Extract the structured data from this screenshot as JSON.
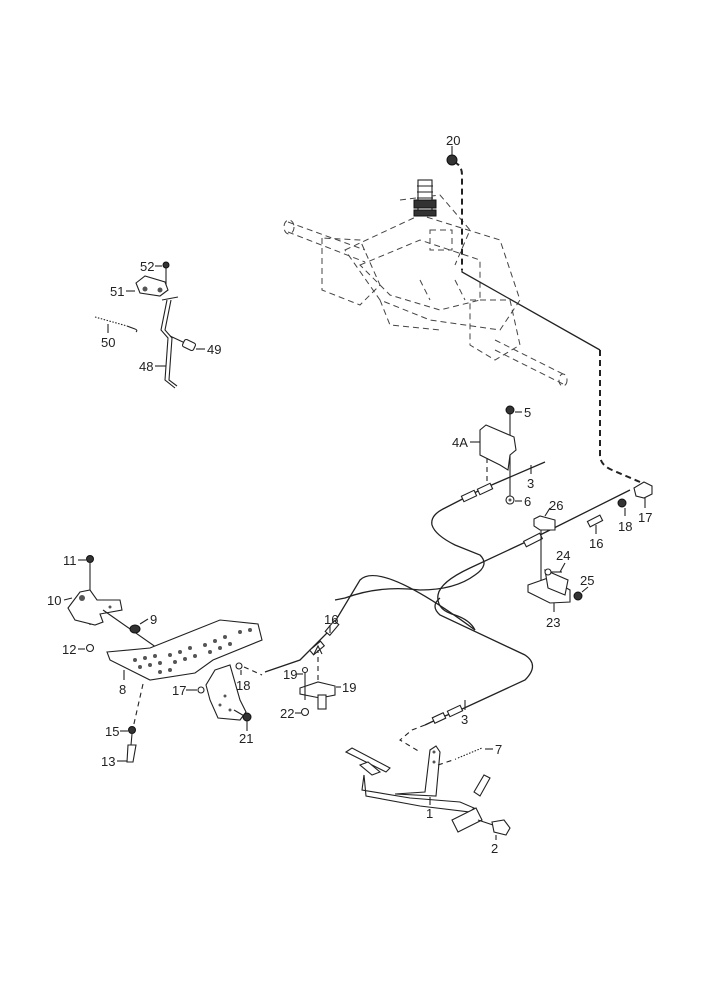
{
  "diagram": {
    "type": "exploded-parts-diagram",
    "subject": "Pedal, footrest and transmission control cable assembly",
    "callouts": [
      {
        "id": "c1",
        "label": "1",
        "part": "pedal-lever"
      },
      {
        "id": "c2",
        "label": "2",
        "part": "bushing"
      },
      {
        "id": "c3a",
        "label": "3",
        "part": "cable-upper"
      },
      {
        "id": "c3b",
        "label": "3",
        "part": "cable-lower"
      },
      {
        "id": "c4A",
        "label": "4A",
        "part": "cable-bracket"
      },
      {
        "id": "c5",
        "label": "5",
        "part": "bolt"
      },
      {
        "id": "c6",
        "label": "6",
        "part": "nut"
      },
      {
        "id": "c7",
        "label": "7",
        "part": "spring"
      },
      {
        "id": "c8",
        "label": "8",
        "part": "footrest-plate"
      },
      {
        "id": "c9",
        "label": "9",
        "part": "bushing"
      },
      {
        "id": "c10",
        "label": "10",
        "part": "mounting-bracket"
      },
      {
        "id": "c11",
        "label": "11",
        "part": "bolt"
      },
      {
        "id": "c12",
        "label": "12",
        "part": "nut"
      },
      {
        "id": "c13",
        "label": "13",
        "part": "bolt"
      },
      {
        "id": "c15",
        "label": "15",
        "part": "nut"
      },
      {
        "id": "c16a",
        "label": "16",
        "part": "cable"
      },
      {
        "id": "c16b",
        "label": "16",
        "part": "cable"
      },
      {
        "id": "c17a",
        "label": "17",
        "part": "cable-end-fitting"
      },
      {
        "id": "c17b",
        "label": "17",
        "part": "bolt"
      },
      {
        "id": "c18a",
        "label": "18",
        "part": "nut"
      },
      {
        "id": "c18b",
        "label": "18",
        "part": "nut"
      },
      {
        "id": "c19a",
        "label": "19",
        "part": "nut"
      },
      {
        "id": "c19b",
        "label": "19",
        "part": "nut"
      },
      {
        "id": "c20",
        "label": "20",
        "part": "cable-clamp-bracket"
      },
      {
        "id": "c21",
        "label": "21",
        "part": "bolt"
      },
      {
        "id": "c22",
        "label": "22",
        "part": "nut"
      },
      {
        "id": "c23",
        "label": "23",
        "part": "bracket"
      },
      {
        "id": "c24",
        "label": "24",
        "part": "bolt"
      },
      {
        "id": "c25",
        "label": "25",
        "part": "nut"
      },
      {
        "id": "c26",
        "label": "26",
        "part": "cable-clip"
      },
      {
        "id": "c48",
        "label": "48",
        "part": "control-rod"
      },
      {
        "id": "c49",
        "label": "49",
        "part": "grip"
      },
      {
        "id": "c50",
        "label": "50",
        "part": "spring"
      },
      {
        "id": "c51",
        "label": "51",
        "part": "bracket"
      },
      {
        "id": "c52",
        "label": "52",
        "part": "screw"
      }
    ]
  }
}
